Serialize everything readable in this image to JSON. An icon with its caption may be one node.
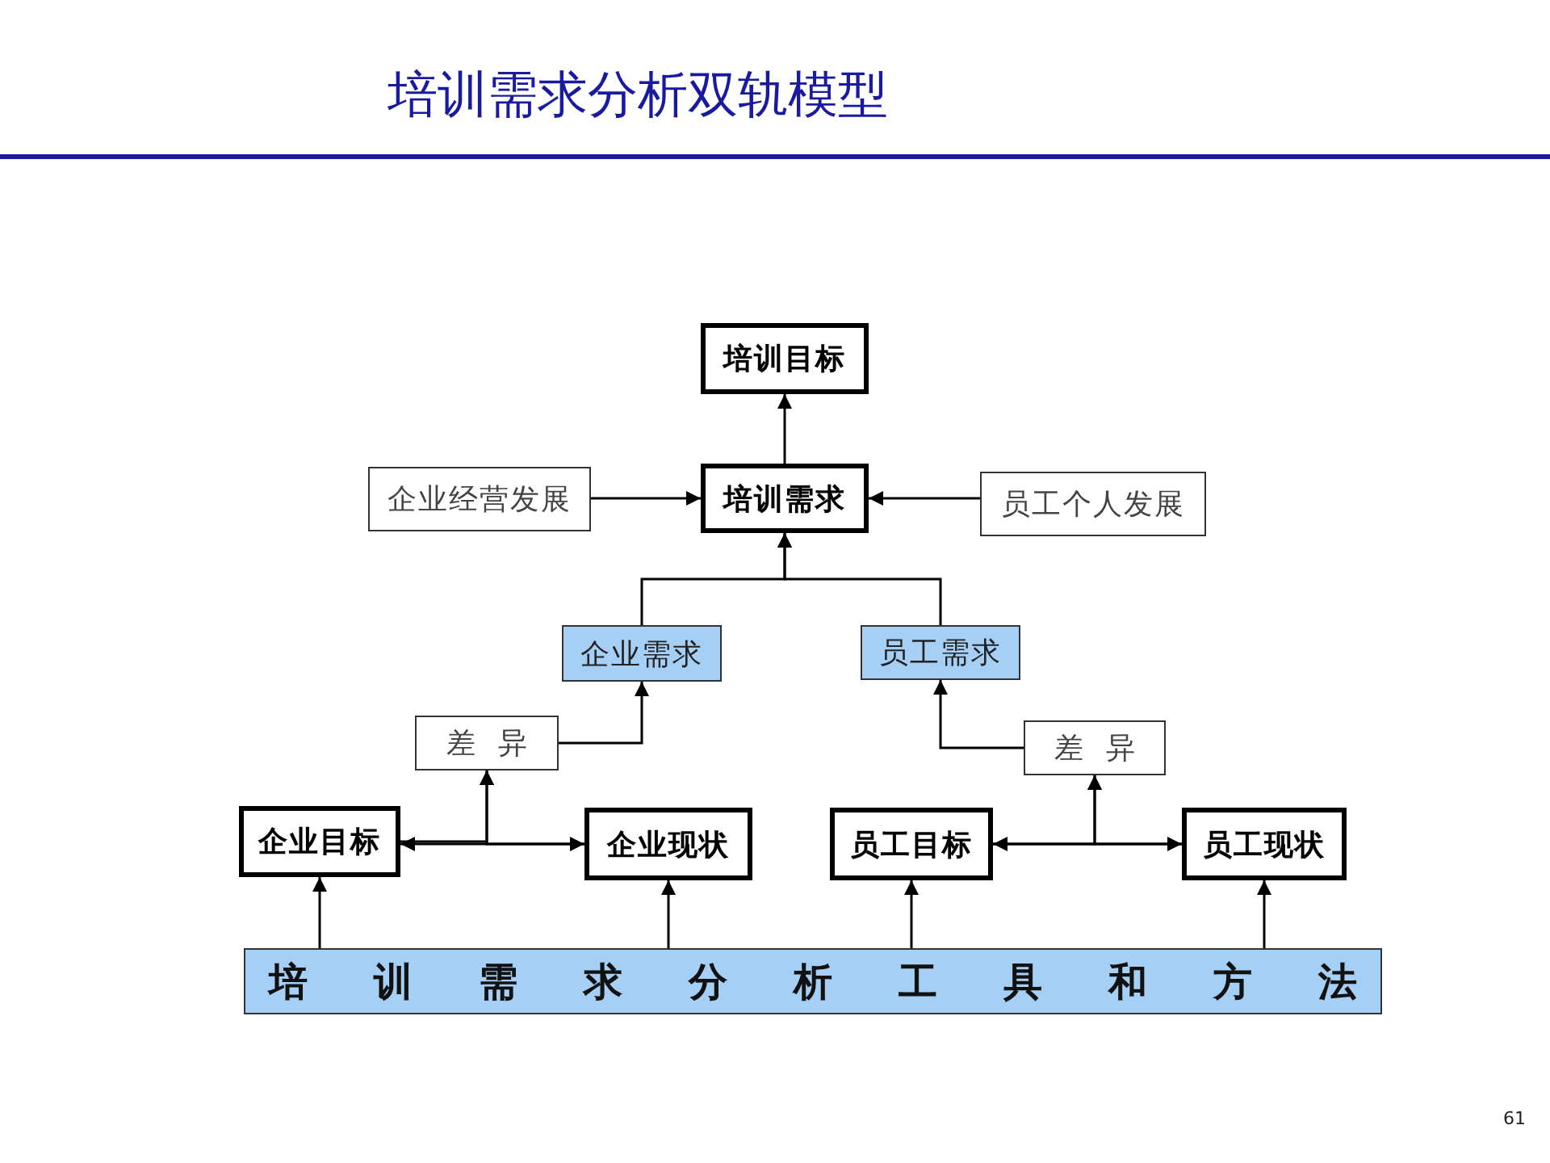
{
  "diagram": {
    "title": "培训需求分析双轨模型",
    "nodes": [
      {
        "text": [
          "培训目标"
        ]
      },
      {
        "text": [
          "培训需求"
        ]
      },
      {
        "text": [
          "企业经营发展"
        ]
      },
      {
        "text": [
          "员工个人发展"
        ]
      },
      {
        "text": [
          "企业需求"
        ]
      },
      {
        "text": [
          "员工需求"
        ]
      },
      {
        "text": [
          "差异"
        ]
      },
      {
        "text": [
          "差异"
        ]
      },
      {
        "text": [
          "企业目标"
        ]
      },
      {
        "text": [
          "企业现状"
        ]
      },
      {
        "text": [
          "员工目标"
        ]
      },
      {
        "text": [
          "员工现状"
        ]
      },
      {
        "text": [
          "培训需求分析工具和方法"
        ]
      }
    ],
    "edges": [
      {
        "from": 1,
        "to": 0,
        "arrow": "to"
      },
      {
        "from": 2,
        "to": 1,
        "arrow": "to"
      },
      {
        "from": 3,
        "to": 1,
        "arrow": "to"
      },
      {
        "from": 4,
        "to": 1,
        "arrow": "to"
      },
      {
        "from": 5,
        "to": 1,
        "arrow": "to"
      },
      {
        "from": 6,
        "to": 4,
        "arrow": "to"
      },
      {
        "from": 7,
        "to": 5,
        "arrow": "to"
      },
      {
        "from": 8,
        "to": 9,
        "arrow": "both"
      },
      {
        "from": 8,
        "to": 6,
        "arrow": "to"
      },
      {
        "from": 9,
        "to": 6,
        "arrow": "to"
      },
      {
        "from": 10,
        "to": 11,
        "arrow": "both"
      },
      {
        "from": 10,
        "to": 7,
        "arrow": "to"
      },
      {
        "from": 11,
        "to": 7,
        "arrow": "to"
      },
      {
        "from": 12,
        "to": 8,
        "arrow": "to"
      },
      {
        "from": 12,
        "to": 9,
        "arrow": "to"
      },
      {
        "from": 12,
        "to": 10,
        "arrow": "to"
      },
      {
        "from": 12,
        "to": 11,
        "arrow": "to"
      }
    ],
    "labels": [
      "61"
    ]
  }
}
